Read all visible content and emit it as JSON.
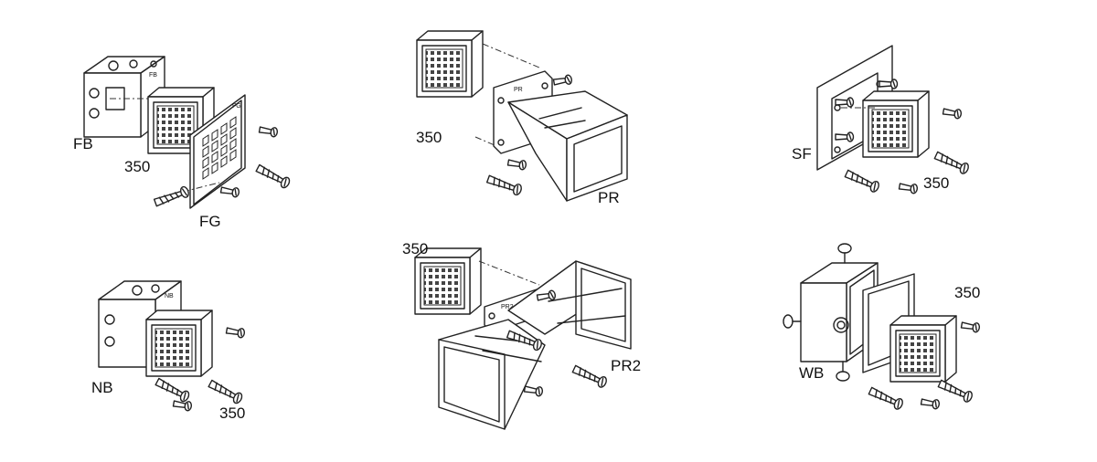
{
  "figures": [
    {
      "id": "fb",
      "labels": [
        "FB",
        "350",
        "FG"
      ],
      "panel_text": "FG",
      "box_text": "FB"
    },
    {
      "id": "pr",
      "labels": [
        "350",
        "PR"
      ],
      "panel_text": "PR"
    },
    {
      "id": "sf",
      "labels": [
        "SF",
        "350"
      ]
    },
    {
      "id": "nb",
      "labels": [
        "NB",
        "350"
      ],
      "box_text": "NB"
    },
    {
      "id": "pr2",
      "labels": [
        "350",
        "PR2"
      ],
      "panel_text": "PR2"
    },
    {
      "id": "wb",
      "labels": [
        "350",
        "WB"
      ]
    }
  ],
  "colors": {
    "line": "#222222",
    "grille": "#555555",
    "background": "#ffffff"
  }
}
